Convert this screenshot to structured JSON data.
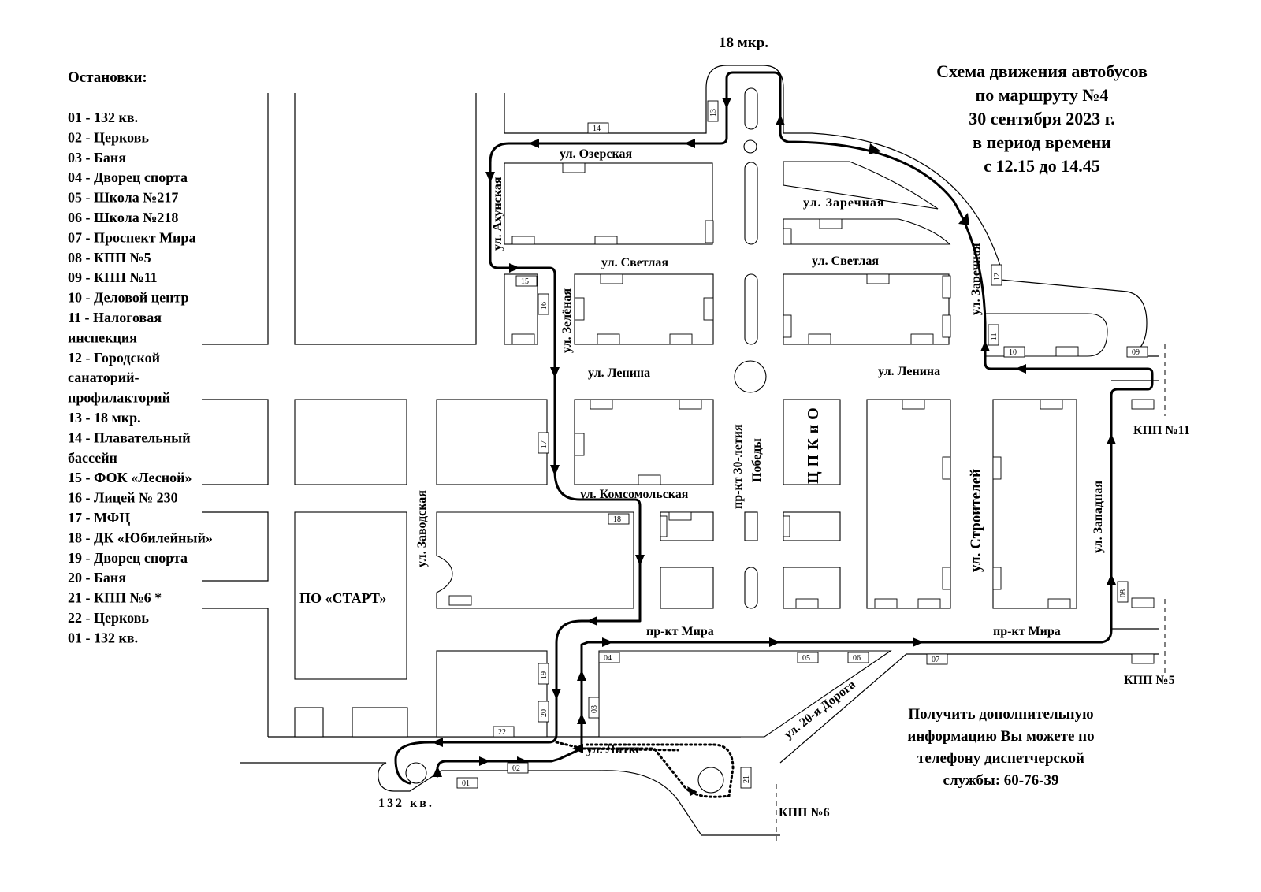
{
  "stops_legend": {
    "heading": "Остановки:",
    "items": [
      "01 - 132 кв.",
      "02 - Церковь",
      "03 - Баня",
      "04 - Дворец спорта",
      "05 - Школа №217",
      "06 - Школа №218",
      "07 - Проспект Мира",
      "08 - КПП №5",
      "09 - КПП №11",
      "10 - Деловой центр",
      "11 - Налоговая",
      "инспекция",
      "12 - Городской",
      "санаторий-",
      "профилакторий",
      "13 - 18 мкр.",
      "14 - Плавательный",
      "бассейн",
      "15 - ФОК «Лесной»",
      "16 - Лицей № 230",
      "17 - МФЦ",
      "18 - ДК «Юбилейный»",
      "19 - Дворец спорта",
      "20 - Баня",
      "21 - КПП №6 *",
      "22 - Церковь",
      "01 - 132 кв."
    ]
  },
  "title": {
    "lines": [
      "Схема движения автобусов",
      "по маршруту №4",
      "30 сентября 2023 г.",
      "в период времени",
      "с 12.15 до 14.45"
    ]
  },
  "info": {
    "lines": [
      "Получить дополнительную",
      "информацию Вы можете по",
      "телефону диспетчерской",
      "службы: 60-76-39"
    ]
  },
  "places": {
    "mkr18": "18 мкр.",
    "kv132": "132 кв.",
    "start": "ПО «СТАРТ»",
    "cpkio": "ЦПКиО",
    "kpp11": "КПП №11",
    "kpp5": "КПП  №5",
    "kpp6": "КПП  №6"
  },
  "streets": {
    "ozerskaya": "ул. Озерская",
    "akhunskaya": "ул. Ахунская",
    "zarechnaya_h": "ул.  Заречная",
    "zarechnaya_v": "ул. Заречная",
    "svetlaya_left": "ул. Светлая",
    "svetlaya_right": "ул. Светлая",
    "zelenaya": "ул. Зелёная",
    "lenina_left": "ул. Ленина",
    "lenina_right": "ул. Ленина",
    "pobedy_1": "пр-кт 30-летия",
    "pobedy_2": "Победы",
    "komsomolskaya": "ул. Комсомольская",
    "zavodskaya": "ул. Заводская",
    "stroiteley": "ул. Строителей",
    "zapadnaya": "ул. Западная",
    "mira_left": "пр-кт Мира",
    "mira_right": "пр-кт Мира",
    "road20": "ул. 20-я Дорога",
    "litke": "ул. Литке"
  },
  "stop_tags": {
    "s01": "01",
    "s02": "02",
    "s03": "03",
    "s04": "04",
    "s05": "05",
    "s06": "06",
    "s07": "07",
    "s08": "08",
    "s09": "09",
    "s10": "10",
    "s11": "11",
    "s12": "12",
    "s13": "13",
    "s14": "14",
    "s15": "15",
    "s16": "16",
    "s17": "17",
    "s18": "18",
    "s19": "19",
    "s20": "20",
    "s21": "21",
    "s22": "22"
  },
  "colors": {
    "ink": "#000000",
    "paper": "#ffffff"
  }
}
